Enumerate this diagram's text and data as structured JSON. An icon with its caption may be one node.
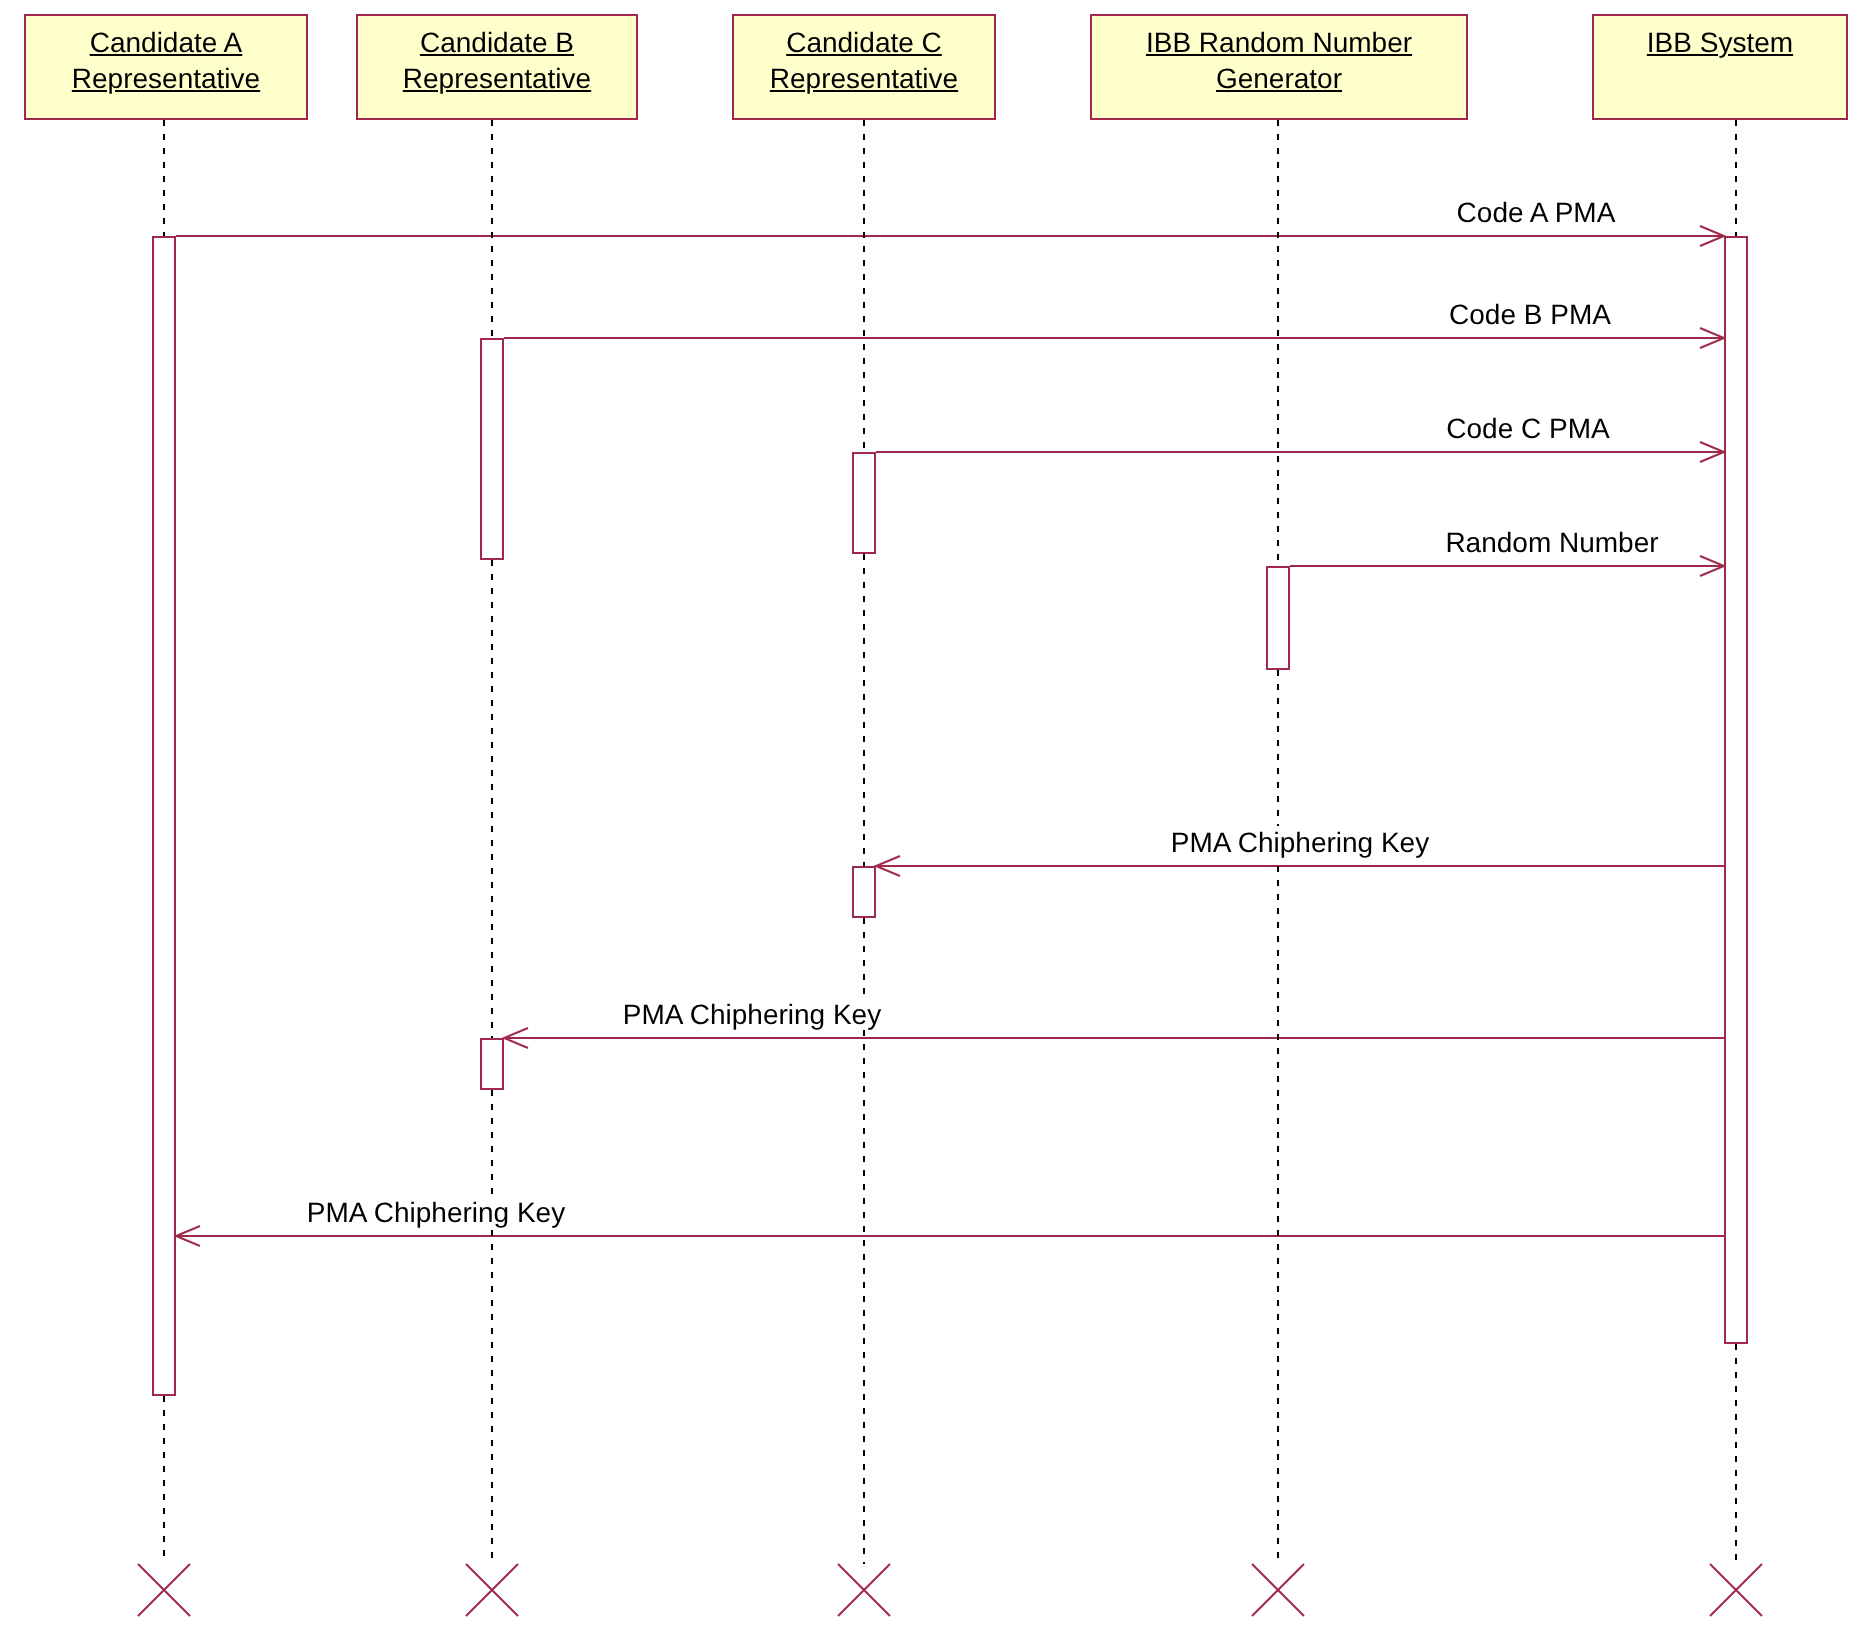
{
  "diagram": {
    "nodes": [
      {
        "text": [
          "Candidate A Representative"
        ]
      },
      {
        "text": [
          "Candidate B Representative"
        ]
      },
      {
        "text": [
          "Candidate C Representative"
        ]
      },
      {
        "text": [
          "IBB Random Number Generator"
        ]
      },
      {
        "text": [
          "IBB System"
        ]
      },
      {
        "text": [],
        "shape": "bar"
      },
      {
        "text": [],
        "shape": "bar"
      },
      {
        "text": [],
        "shape": "bar"
      },
      {
        "text": [],
        "shape": "bar"
      },
      {
        "text": [],
        "shape": "bar"
      },
      {
        "text": [],
        "shape": "bar"
      },
      {
        "text": [],
        "shape": "bar"
      },
      {
        "text": [],
        "shape": "cross"
      },
      {
        "text": [],
        "shape": "cross"
      },
      {
        "text": [],
        "shape": "cross"
      },
      {
        "text": [],
        "shape": "cross"
      },
      {
        "text": [],
        "shape": "cross"
      }
    ],
    "edges": [
      {
        "from": 5,
        "to": 6,
        "arrow": "to",
        "label": "Code A PMA",
        "color": "#a0284b"
      },
      {
        "from": 7,
        "to": 6,
        "arrow": "to",
        "label": "Code B PMA",
        "color": "#a0284b"
      },
      {
        "from": 8,
        "to": 6,
        "arrow": "to",
        "label": "Code C PMA",
        "color": "#a0284b"
      },
      {
        "from": 9,
        "to": 6,
        "arrow": "to",
        "label": "Random Number",
        "color": "#a0284b"
      },
      {
        "from": 6,
        "to": 10,
        "arrow": "to",
        "label": "PMA Chiphering Key",
        "color": "#a0284b"
      },
      {
        "from": 6,
        "to": 11,
        "arrow": "to",
        "label": "PMA Chiphering Key",
        "color": "#a0284b"
      },
      {
        "from": 6,
        "to": 5,
        "arrow": "to",
        "label": "PMA Chiphering Key",
        "color": "#a0284b"
      },
      {
        "from": 0,
        "to": 5,
        "arrow": "none",
        "style": "dashed"
      },
      {
        "from": 5,
        "to": 12,
        "arrow": "none",
        "style": "dashed"
      },
      {
        "from": 1,
        "to": 7,
        "arrow": "none",
        "style": "dashed"
      },
      {
        "from": 7,
        "to": 11,
        "arrow": "none",
        "style": "dashed"
      },
      {
        "from": 11,
        "to": 13,
        "arrow": "none",
        "style": "dashed"
      },
      {
        "from": 2,
        "to": 8,
        "arrow": "none",
        "style": "dashed"
      },
      {
        "from": 8,
        "to": 10,
        "arrow": "none",
        "style": "dashed"
      },
      {
        "from": 10,
        "to": 14,
        "arrow": "none",
        "style": "dashed"
      },
      {
        "from": 3,
        "to": 9,
        "arrow": "none",
        "style": "dashed"
      },
      {
        "from": 9,
        "to": 15,
        "arrow": "none",
        "style": "dashed"
      },
      {
        "from": 4,
        "to": 6,
        "arrow": "none",
        "style": "dashed"
      },
      {
        "from": 6,
        "to": 16,
        "arrow": "none",
        "style": "dashed"
      }
    ]
  }
}
